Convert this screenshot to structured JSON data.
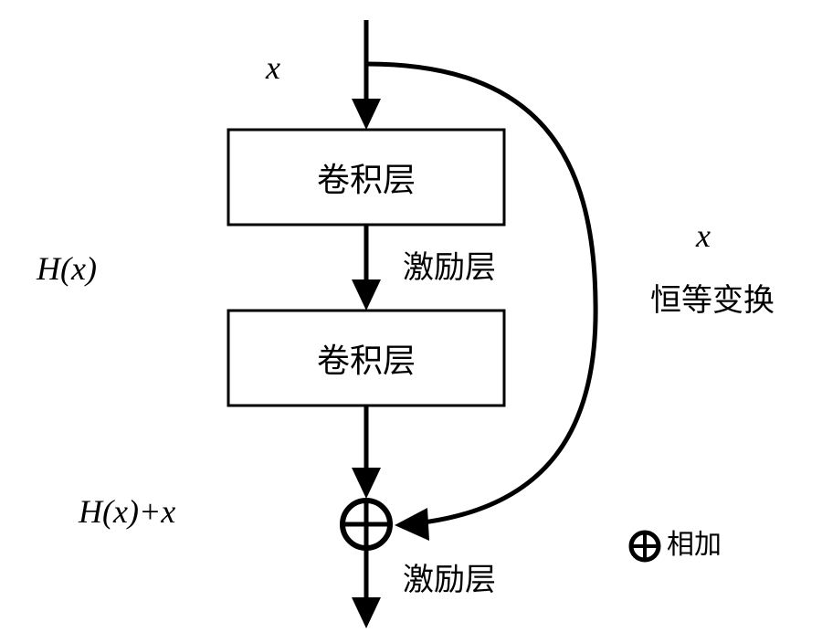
{
  "input_label": "x",
  "block1_label": "卷积层",
  "activation1_label": "激励层",
  "block2_label": "卷积层",
  "residual_label": "H(x)",
  "shortcut": {
    "var_label": "x",
    "desc_label": "恒等变换"
  },
  "sum_label": "H(x)+x",
  "activation2_label": "激励层",
  "legend": {
    "symbol_meaning": "相加"
  }
}
